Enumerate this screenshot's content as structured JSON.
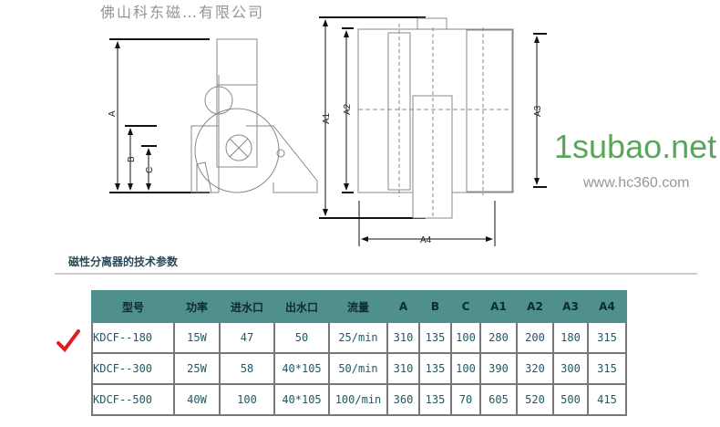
{
  "drawing": {
    "side_view_labels": [
      "A",
      "B",
      "C"
    ],
    "front_view_labels": [
      "A1",
      "A2",
      "A3",
      "A4"
    ]
  },
  "section_title": "磁性分离器的技术参数",
  "table": {
    "headers": [
      "型号",
      "功率",
      "进水口",
      "出水口",
      "流量",
      "A",
      "B",
      "C",
      "A1",
      "A2",
      "A3",
      "A4"
    ],
    "rows": [
      [
        "KDCF--180",
        "15W",
        "47",
        "50",
        "25/min",
        "310",
        "135",
        "100",
        "280",
        "200",
        "180",
        "315"
      ],
      [
        "KDCF--300",
        "25W",
        "58",
        "40*105",
        "50/min",
        "310",
        "135",
        "100",
        "390",
        "320",
        "300",
        "315"
      ],
      [
        "KDCF--500",
        "40W",
        "100",
        "40*105",
        "100/min",
        "360",
        "135",
        "70",
        "605",
        "520",
        "500",
        "415"
      ]
    ],
    "selected_row": 0
  },
  "watermarks": {
    "site": "1subao.net",
    "company": "佛山科东磁…有限公司",
    "url": "www.hc360.com"
  },
  "colors": {
    "header_bg": "#4f8f8c",
    "check": "#e02020",
    "text": "#1d5a64"
  }
}
